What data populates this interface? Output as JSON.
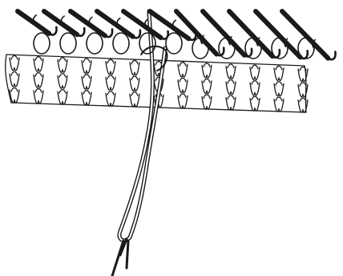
{
  "figure": {
    "background_color": "#ffffff",
    "ink_color": "#1a1a1a",
    "needle_count": 11,
    "stitch_columns": 13,
    "stitch_rows": 3,
    "elements": {
      "needles": "knitting-machine-needle-icon",
      "fabric": "knitted-fabric-stitches",
      "loop": "yarn-loop",
      "yarn_end": "yarn-tail"
    }
  }
}
